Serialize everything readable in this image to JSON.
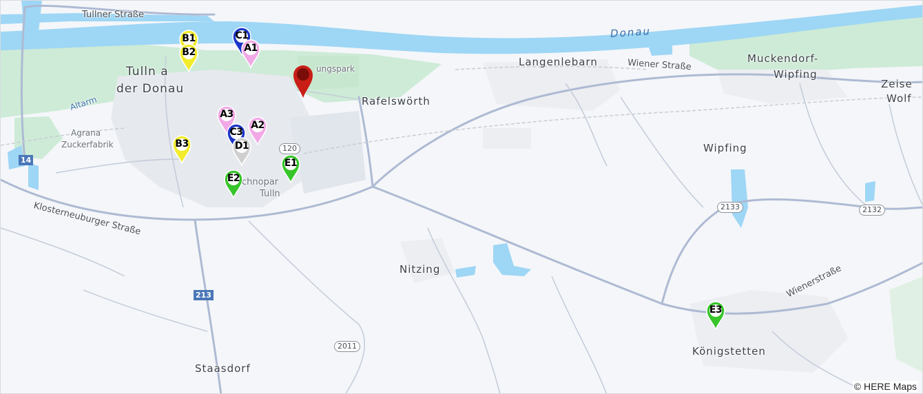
{
  "map": {
    "river_name": "Donau",
    "attribution": "© HERE Maps",
    "colors": {
      "water": "#9ed6f5",
      "park": "#cdebd6",
      "road": "#aebad3",
      "land": "#f4f6f9"
    },
    "places": [
      {
        "id": "tulln1",
        "text": "Tulln a"
      },
      {
        "id": "tulln2",
        "text": "der Donau"
      },
      {
        "id": "rafelswoerth",
        "text": "Rafelswörth"
      },
      {
        "id": "langenlebarn",
        "text": "Langenlebarn"
      },
      {
        "id": "muckendorf",
        "text": "Muckendorf-"
      },
      {
        "id": "wipfing2",
        "text": "Wipfing"
      },
      {
        "id": "zeise",
        "text": "Zeise"
      },
      {
        "id": "wolf",
        "text": "Wolf"
      },
      {
        "id": "wipfing",
        "text": "Wipfing"
      },
      {
        "id": "nitzing",
        "text": "Nitzing"
      },
      {
        "id": "koenigstetten",
        "text": "Königstetten"
      },
      {
        "id": "staasdorf",
        "text": "Staasdorf"
      },
      {
        "id": "agrana1",
        "text": "Agrana"
      },
      {
        "id": "agrana2",
        "text": "Zuckerfabrik"
      },
      {
        "id": "techno1",
        "text": "chnopar"
      },
      {
        "id": "techno2",
        "text": "Tulln"
      },
      {
        "id": "park",
        "text": "ungspark"
      },
      {
        "id": "altarm",
        "text": "Altarm"
      }
    ],
    "streets": [
      {
        "id": "tullner",
        "text": "Tullner Straße"
      },
      {
        "id": "wiener",
        "text": "Wiener Straße"
      },
      {
        "id": "kloster",
        "text": "Klosterneuburger Straße"
      },
      {
        "id": "wienerstr2",
        "text": "Wienerstraße"
      }
    ],
    "route_shields": [
      {
        "id": "r120",
        "text": "120"
      },
      {
        "id": "r2133",
        "text": "2133"
      },
      {
        "id": "r2132",
        "text": "2132"
      },
      {
        "id": "r2011",
        "text": "2011"
      }
    ],
    "highway_shields": [
      {
        "id": "h14",
        "text": "14"
      },
      {
        "id": "h213",
        "text": "213"
      }
    ],
    "markers": [
      {
        "id": "B1",
        "label": "B1",
        "color": "#f2ec2c"
      },
      {
        "id": "C1",
        "label": "C1",
        "color": "#1b34c9"
      },
      {
        "id": "B2",
        "label": "B2",
        "color": "#f2ec2c"
      },
      {
        "id": "A1",
        "label": "A1",
        "color": "#f1a9e6"
      },
      {
        "id": "A3",
        "label": "A3",
        "color": "#f1a9e6"
      },
      {
        "id": "A2",
        "label": "A2",
        "color": "#f1a9e6"
      },
      {
        "id": "C3",
        "label": "C3",
        "color": "#1b34c9"
      },
      {
        "id": "B3",
        "label": "B3",
        "color": "#f2ec2c"
      },
      {
        "id": "D1",
        "label": "D1",
        "color": "#cfcfcf"
      },
      {
        "id": "E1",
        "label": "E1",
        "color": "#37c52a"
      },
      {
        "id": "E2",
        "label": "E2",
        "color": "#37c52a"
      },
      {
        "id": "E3",
        "label": "E3",
        "color": "#37c52a"
      },
      {
        "id": "red",
        "label": "",
        "color": "#c81e16"
      }
    ]
  }
}
